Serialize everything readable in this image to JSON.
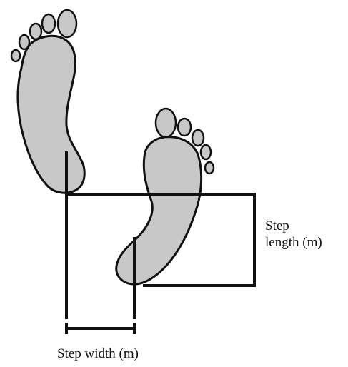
{
  "labels": {
    "step_length_line1": "Step",
    "step_length_line2": "length (m)",
    "step_width": "Step width (m)"
  },
  "colors": {
    "foot_fill": "#c8c8c8",
    "outline": "#111111",
    "background": "#ffffff"
  }
}
